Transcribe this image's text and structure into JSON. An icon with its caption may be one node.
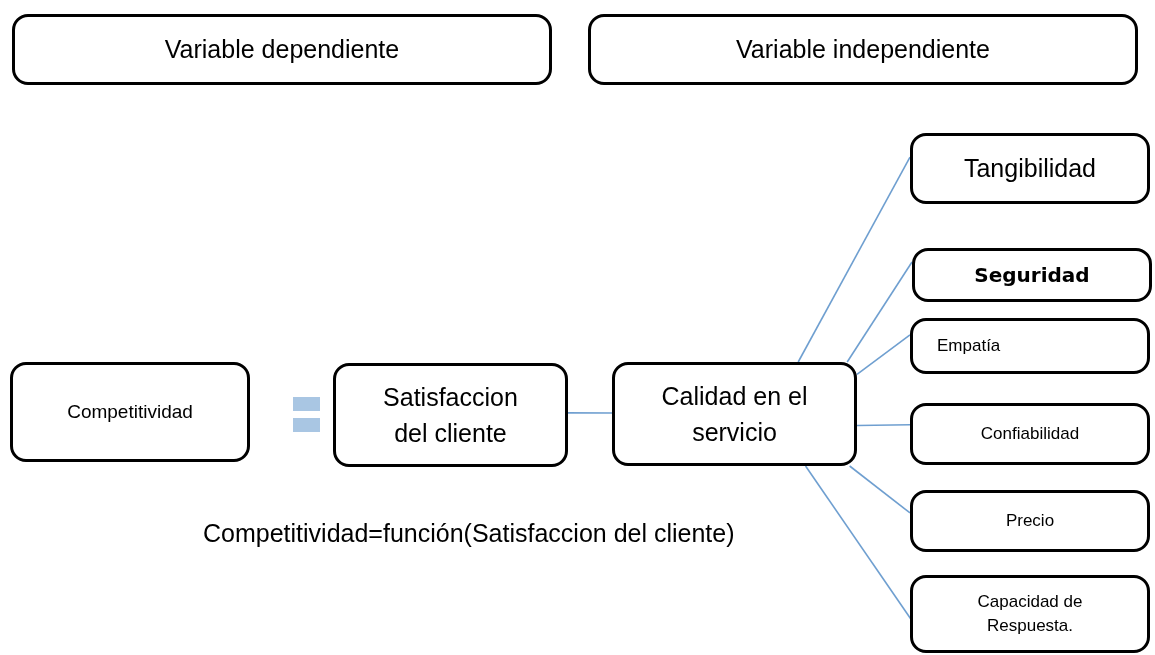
{
  "diagram": {
    "nodes": [
      {
        "text": [
          "Variable dependiente"
        ]
      },
      {
        "text": [
          "Variable independiente"
        ]
      },
      {
        "text": [
          "Competitividad"
        ]
      },
      {
        "text": [
          "Satisfaccion del cliente"
        ]
      },
      {
        "text": [
          "Calidad en el servicio"
        ]
      },
      {
        "text": [
          "Tangibilidad"
        ]
      },
      {
        "text": [
          "Seguridad"
        ]
      },
      {
        "text": [
          "Empatía"
        ]
      },
      {
        "text": [
          "Confiabilidad"
        ]
      },
      {
        "text": [
          "Precio"
        ]
      },
      {
        "text": [
          "Capacidad de Respuesta."
        ]
      }
    ],
    "edges": [
      {
        "from": 3,
        "to": 4,
        "arrow": "none"
      },
      {
        "from": 4,
        "to": 5,
        "arrow": "none"
      },
      {
        "from": 4,
        "to": 6,
        "arrow": "none"
      },
      {
        "from": 4,
        "to": 7,
        "arrow": "none"
      },
      {
        "from": 4,
        "to": 8,
        "arrow": "none"
      },
      {
        "from": 4,
        "to": 9,
        "arrow": "none"
      },
      {
        "from": 4,
        "to": 10,
        "arrow": "none"
      }
    ],
    "labels": [
      "Competitividad=función(Satisfaccion del cliente)"
    ]
  }
}
